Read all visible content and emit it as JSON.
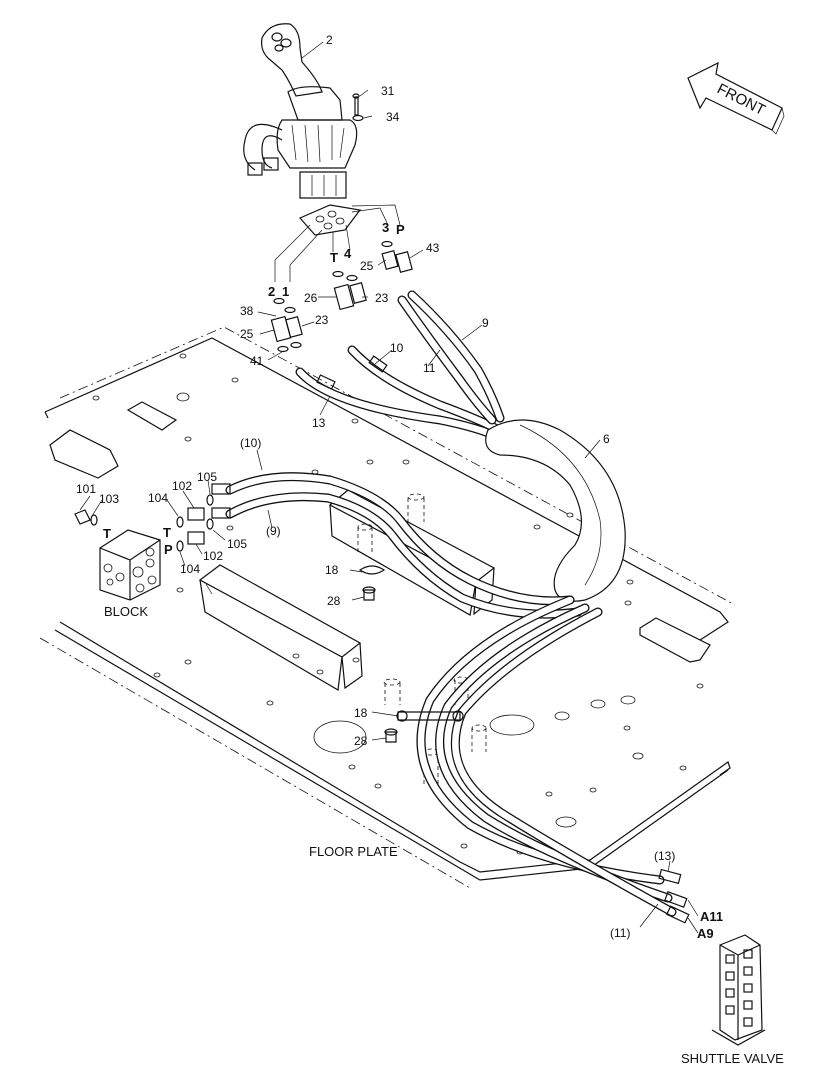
{
  "diagram": {
    "direction_label": "FRONT",
    "captions": {
      "floor_plate": "FLOOR PLATE",
      "block": "BLOCK",
      "shuttle_valve": "SHUTTLE VALVE"
    },
    "port_labels": {
      "p2": "2",
      "p1": "1",
      "t_top": "T",
      "p4": "4",
      "p3": "3",
      "p_top": "P",
      "t_block": "T",
      "t_mid": "T",
      "p_mid": "P",
      "a11": "A11",
      "a9": "A9"
    },
    "part_numbers": {
      "n2": "2",
      "n31": "31",
      "n34": "34",
      "n43": "43",
      "n25a": "25",
      "n23a": "23",
      "n26": "26",
      "n38": "38",
      "n23b": "23",
      "n25b": "25",
      "n41": "41",
      "n9": "9",
      "n10": "10",
      "n11": "11",
      "n13": "13",
      "n6": "6",
      "n10p": "(10)",
      "n9p": "(9)",
      "n101": "101",
      "n103": "103",
      "n102a": "102",
      "n105a": "105",
      "n104a": "104",
      "n105b": "105",
      "n102b": "102",
      "n104b": "104",
      "n18a": "18",
      "n28a": "28",
      "n18b": "18",
      "n28b": "28",
      "n13p": "(13)",
      "n11p": "(11)"
    },
    "icons": [
      "joystick-icon",
      "front-arrow-icon",
      "shuttle-valve-icon",
      "block-icon"
    ]
  }
}
